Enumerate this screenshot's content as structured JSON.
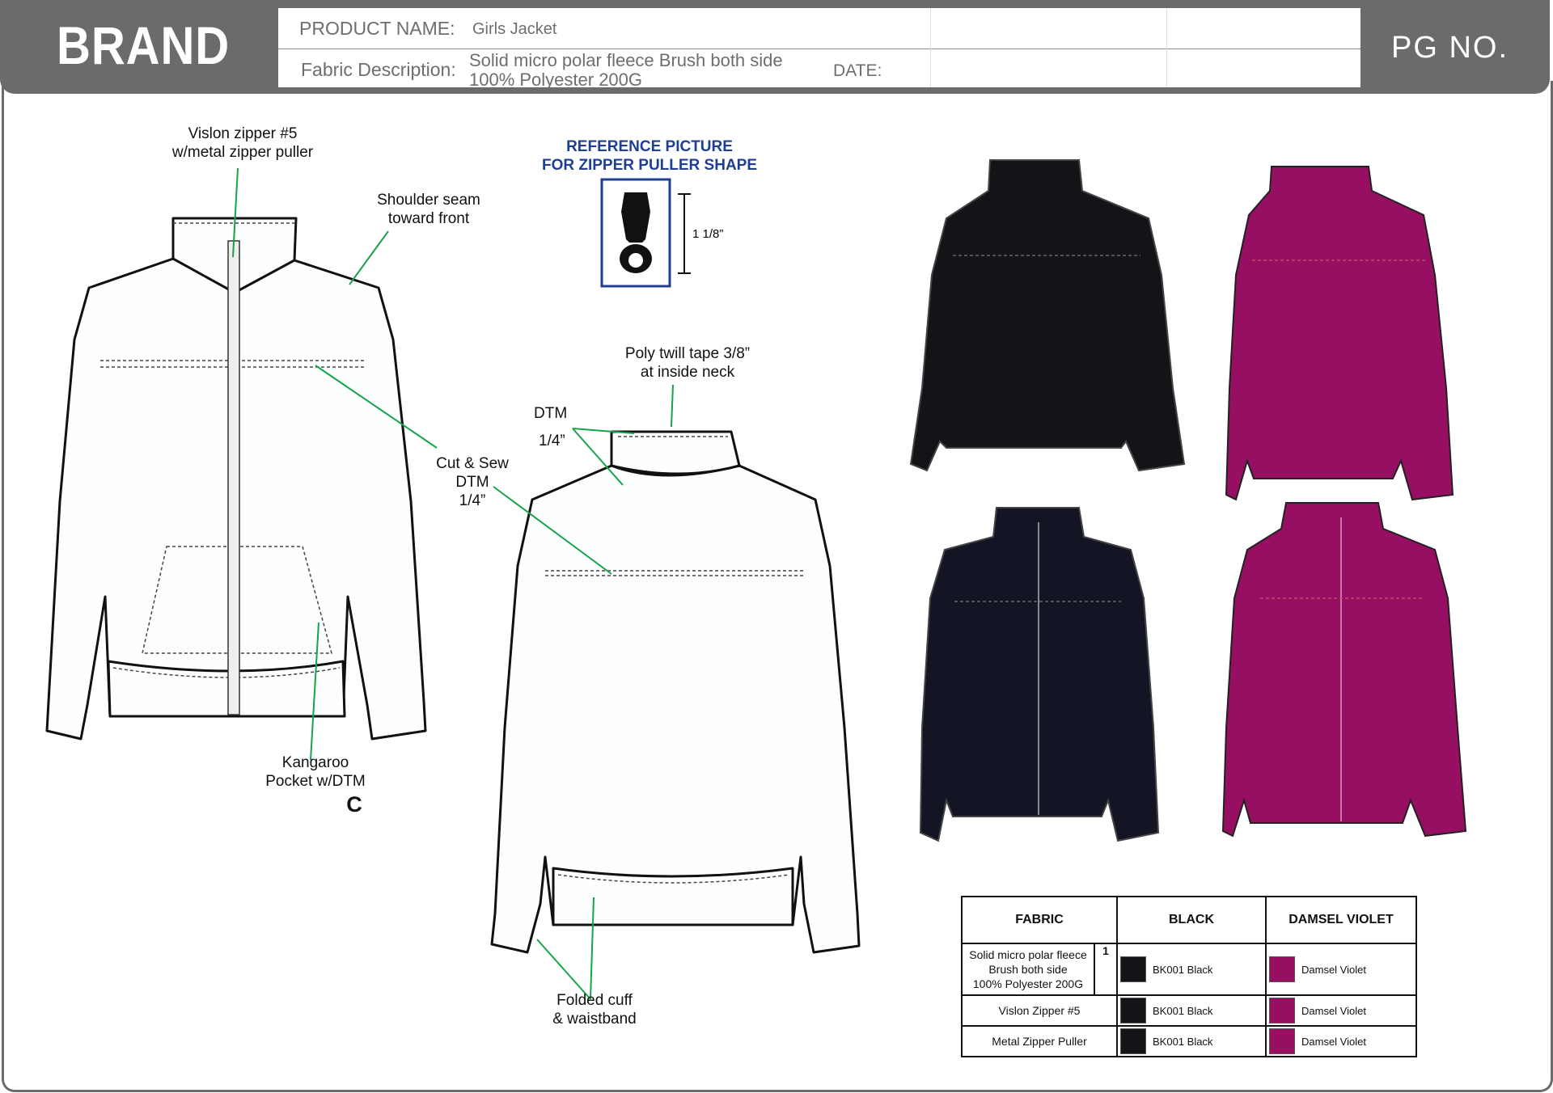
{
  "header": {
    "brand": "BRAND",
    "product_name_label": "PRODUCT NAME:",
    "product_name": "Girls Jacket",
    "fabric_label": "Fabric Description:",
    "fabric_line1": "Solid micro polar fleece   Brush both side",
    "fabric_line2": "100% Polyester 200G",
    "date_label": "DATE:",
    "page_label": "PG  NO."
  },
  "reference": {
    "title_line1": "REFERENCE PICTURE",
    "title_line2": "FOR ZIPPER PULLER SHAPE",
    "size": "1 1/8”"
  },
  "front_notes": {
    "zipper": "Vislon zipper #5\nw/metal zipper puller",
    "shoulder": "Shoulder seam\ntoward front",
    "cut_sew": "Cut & Sew\nDTM\n1/4”",
    "pocket": "Kangaroo\nPocket w/DTM",
    "letter": "C"
  },
  "back_notes": {
    "twill": "Poly twill tape 3/8”\nat inside neck",
    "dtm": "DTM",
    "quarter": "1/4”",
    "cuff": "Folded cuff\n& waistband"
  },
  "colors": {
    "black": "#141418",
    "navy_black": "#131525",
    "violet": "#970f63",
    "header_grey": "#6b6b6d",
    "ref_blue": "#1f3f93",
    "callout_green": "#17a34a"
  },
  "table": {
    "headers": [
      "FABRIC",
      "BLACK",
      "DAMSEL VIOLET"
    ],
    "fabric_line1": "Solid micro polar fleece",
    "fabric_line2": "Brush both side",
    "fabric_line3": "100% Polyester 200G",
    "fabric_num": "1",
    "rows": [
      {
        "item": "",
        "black": "BK001 Black",
        "violet": "Damsel Violet"
      },
      {
        "item": "Vislon Zipper #5",
        "black": "BK001 Black",
        "violet": "Damsel Violet"
      },
      {
        "item": "Metal Zipper Puller",
        "black": "BK001 Black",
        "violet": "Damsel Violet"
      }
    ]
  }
}
